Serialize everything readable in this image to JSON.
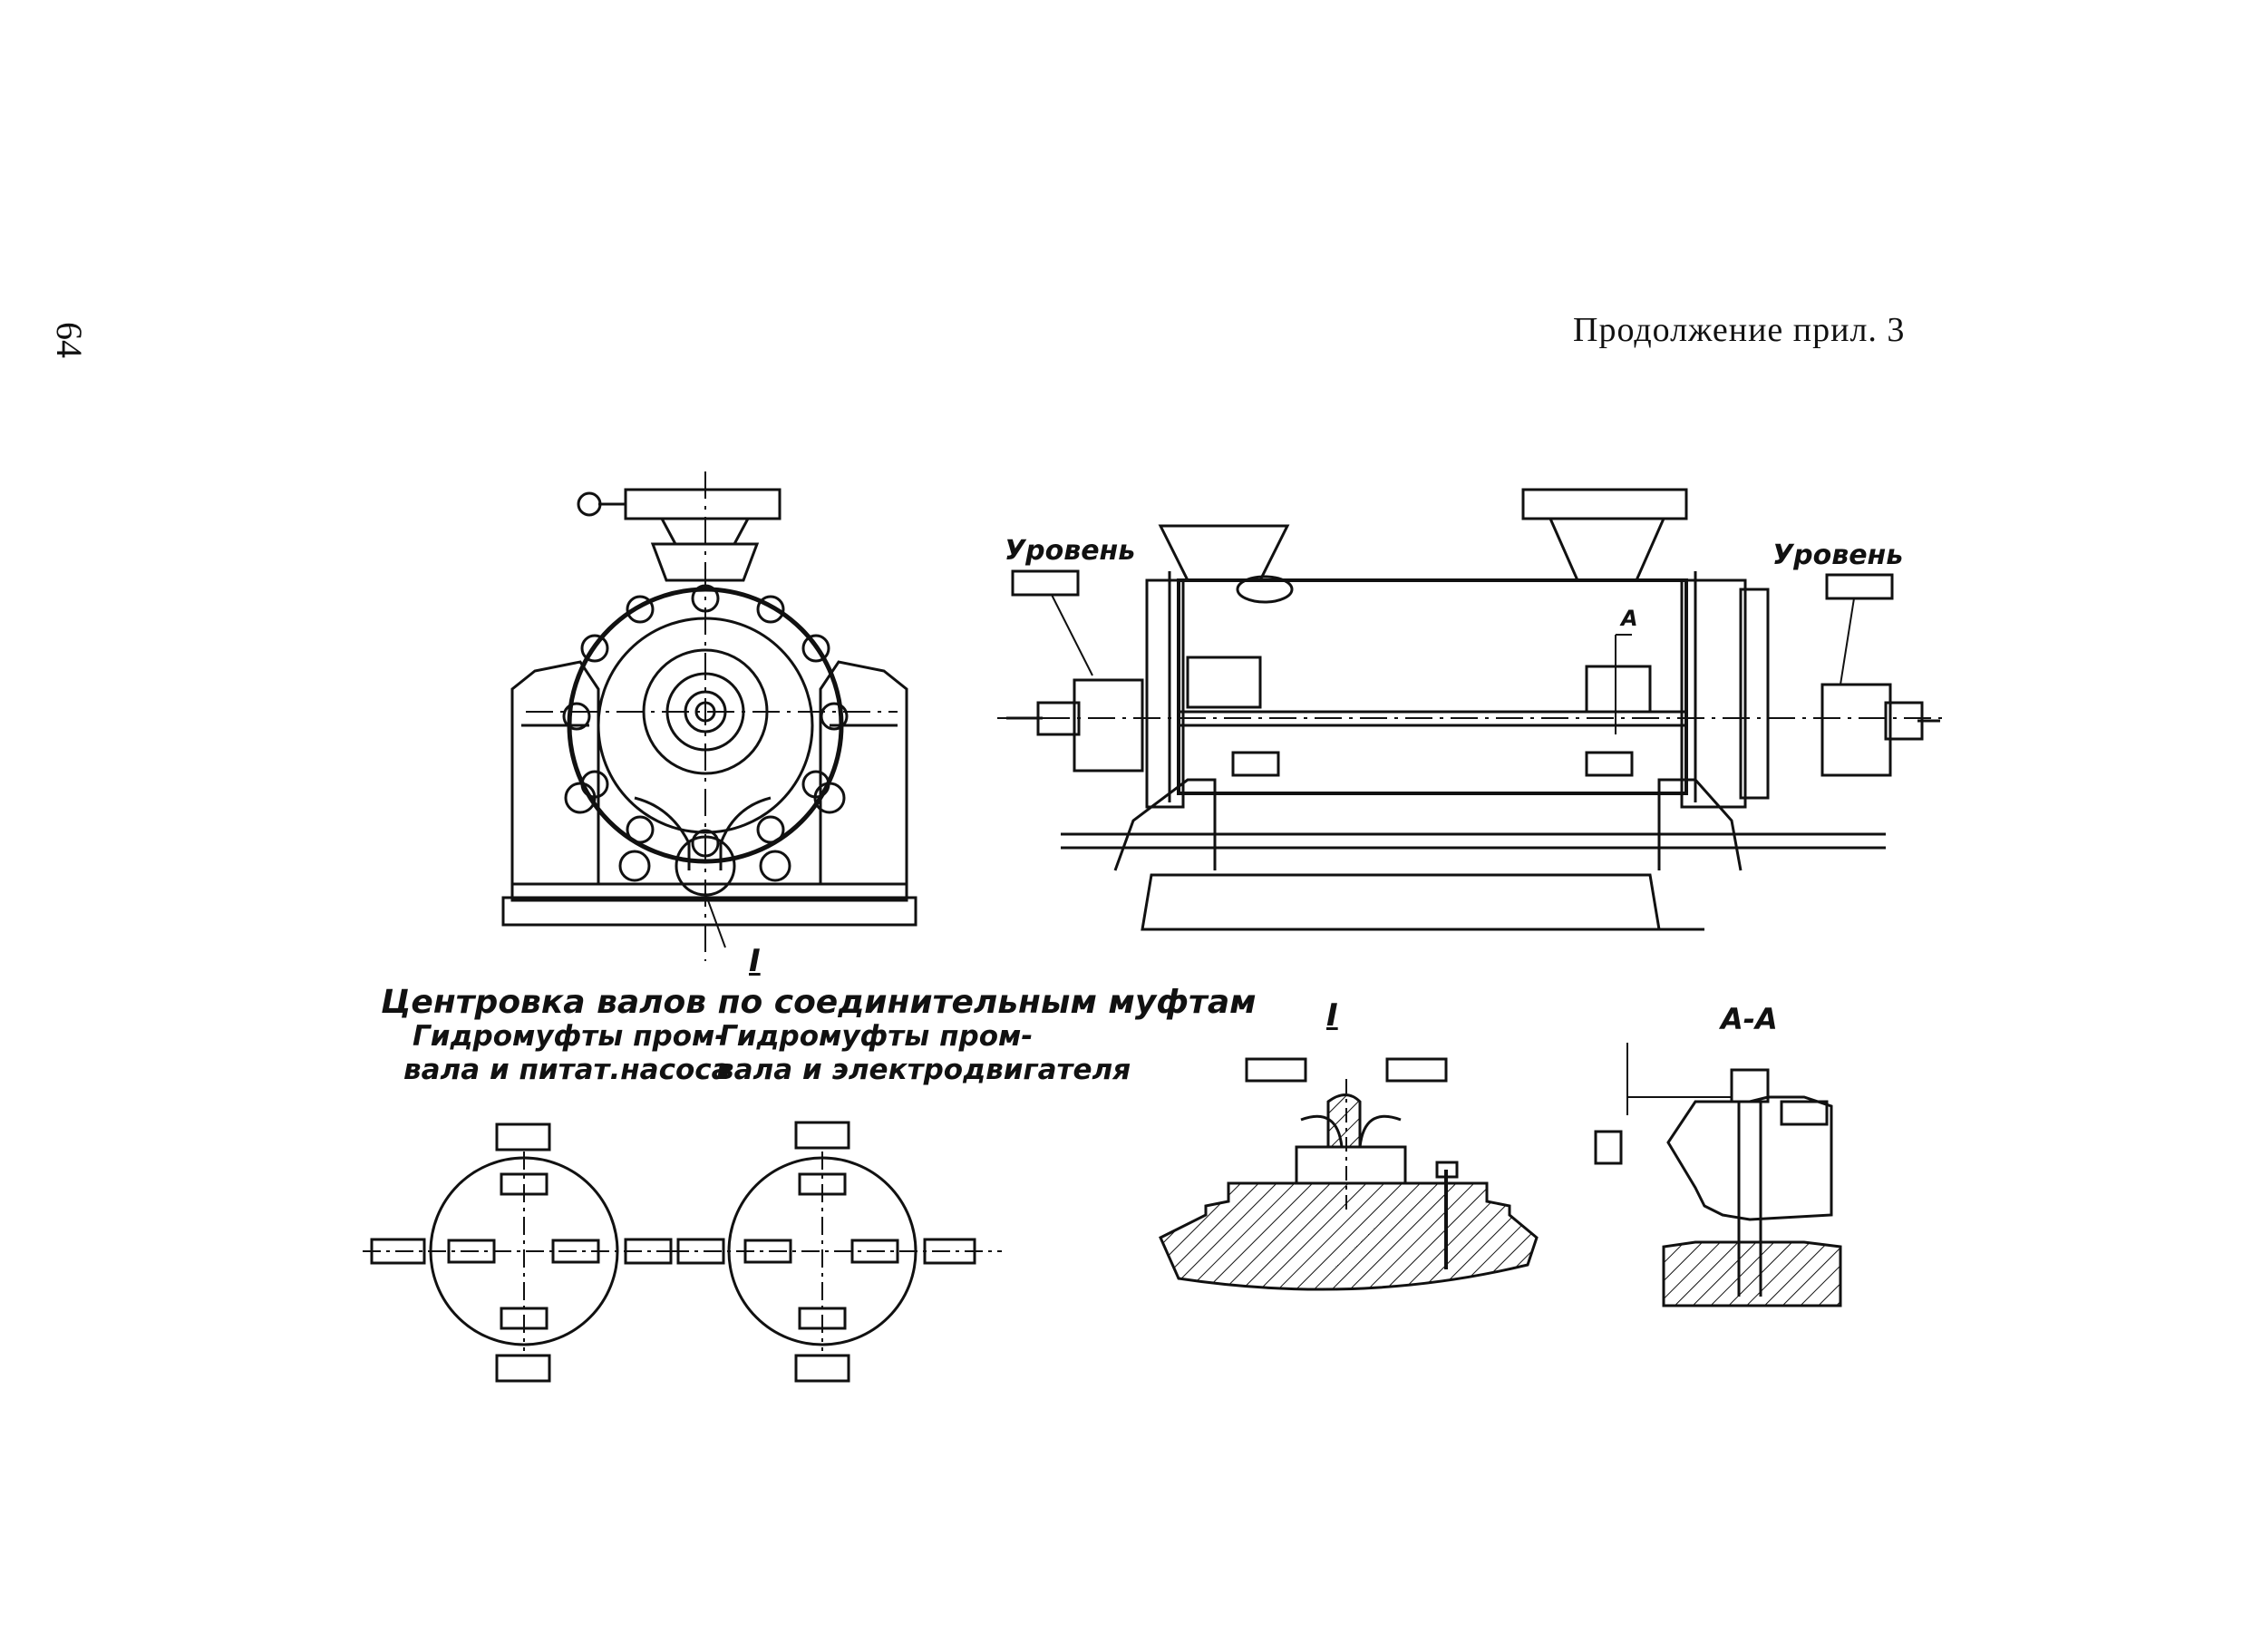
{
  "page": {
    "number": "64",
    "header_note": "Продолжение прил. 3"
  },
  "front_view": {
    "detail_callout": "I"
  },
  "side_view": {
    "level_label_left": "Уровень",
    "level_label_right": "Уровень",
    "section_marker": "А"
  },
  "centering": {
    "title": "Центровка валов по соединительным муфтам",
    "left_caption_line1": "Гидромуфты пром-",
    "left_caption_line2": "вала и питат.насоса",
    "right_caption_line1": "Гидромуфты пром-",
    "right_caption_line2": "вала и электродвигателя"
  },
  "detail_I": {
    "label": "I"
  },
  "section_AA": {
    "label": "А-А"
  }
}
